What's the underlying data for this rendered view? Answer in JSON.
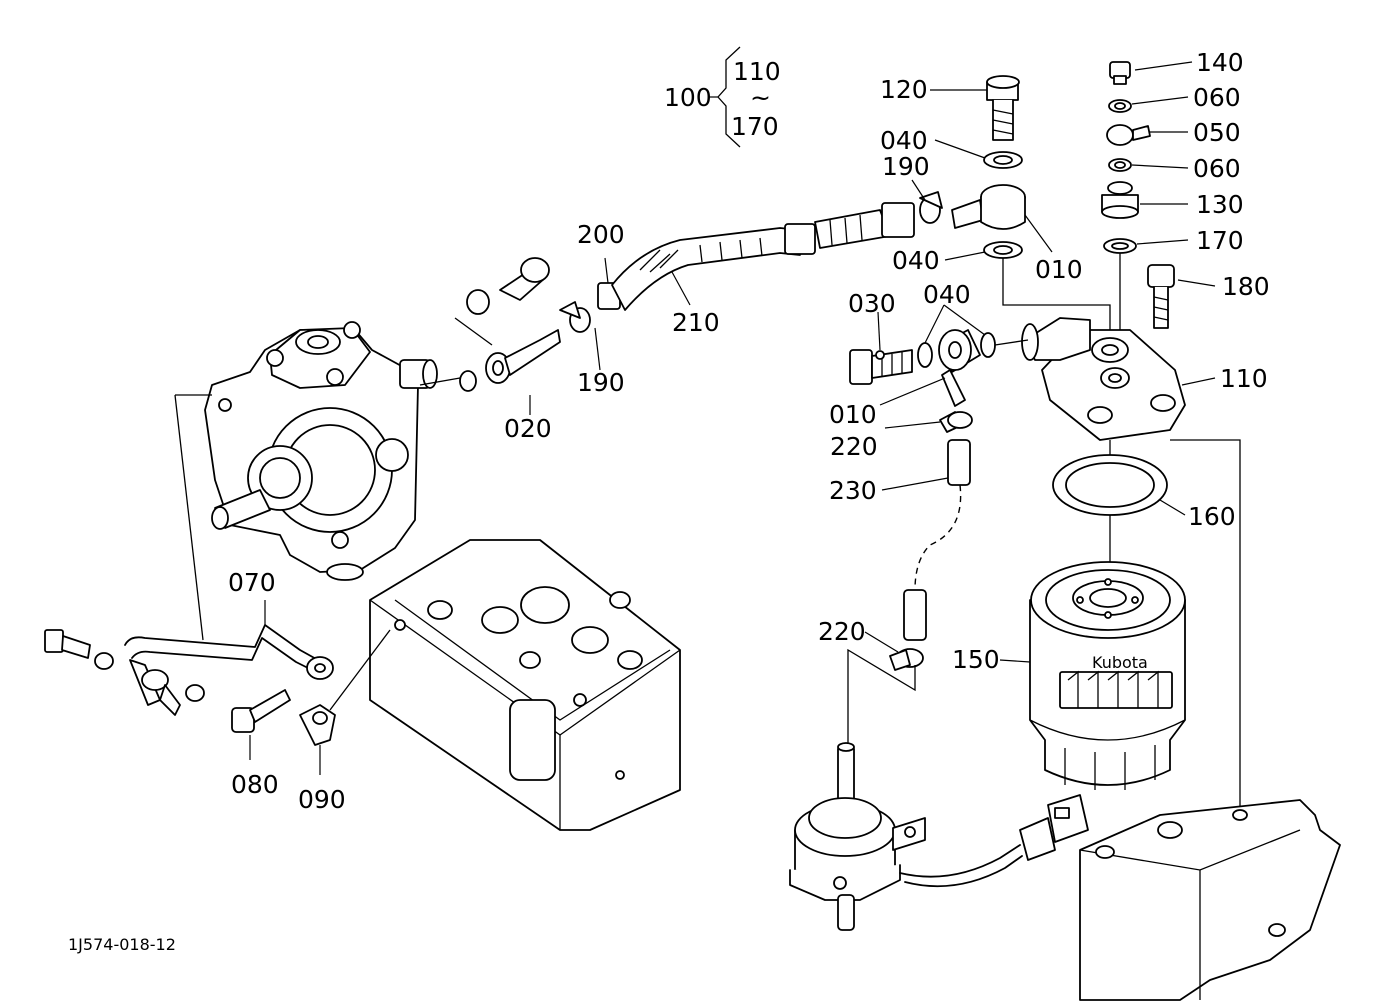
{
  "diagram": {
    "code": "1J574-018-12",
    "group": {
      "label": "100",
      "range_start": "110",
      "range_symbol": "~",
      "range_end": "170"
    },
    "callouts": [
      {
        "id": "140",
        "text": "140"
      },
      {
        "id": "120",
        "text": "120"
      },
      {
        "id": "060a",
        "text": "060"
      },
      {
        "id": "050",
        "text": "050"
      },
      {
        "id": "040a",
        "text": "040"
      },
      {
        "id": "060b",
        "text": "060"
      },
      {
        "id": "190a",
        "text": "190"
      },
      {
        "id": "130",
        "text": "130"
      },
      {
        "id": "200",
        "text": "200"
      },
      {
        "id": "170",
        "text": "170"
      },
      {
        "id": "040b",
        "text": "040"
      },
      {
        "id": "010a",
        "text": "010"
      },
      {
        "id": "180",
        "text": "180"
      },
      {
        "id": "030",
        "text": "030"
      },
      {
        "id": "040c",
        "text": "040"
      },
      {
        "id": "210",
        "text": "210"
      },
      {
        "id": "110",
        "text": "110"
      },
      {
        "id": "190b",
        "text": "190"
      },
      {
        "id": "010b",
        "text": "010"
      },
      {
        "id": "020",
        "text": "020"
      },
      {
        "id": "220a",
        "text": "220"
      },
      {
        "id": "230",
        "text": "230"
      },
      {
        "id": "160",
        "text": "160"
      },
      {
        "id": "070",
        "text": "070"
      },
      {
        "id": "220b",
        "text": "220"
      },
      {
        "id": "150",
        "text": "150"
      },
      {
        "id": "080",
        "text": "080"
      },
      {
        "id": "090",
        "text": "090"
      }
    ],
    "filter_brand": "Kubota"
  }
}
